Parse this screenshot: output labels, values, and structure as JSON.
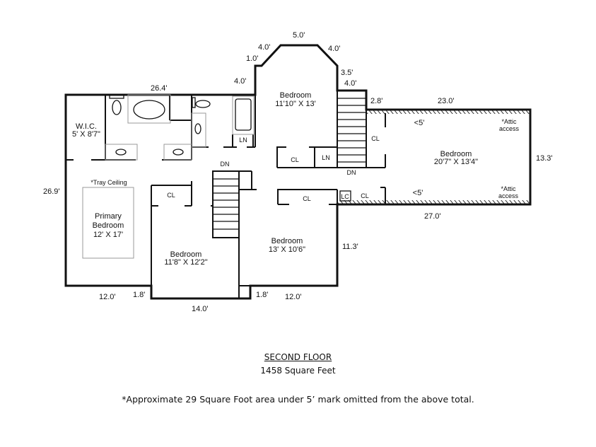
{
  "plan": {
    "dimensions": {
      "top_left": "26.4'",
      "bay_4a": "4.0'",
      "bay_1": "1.0'",
      "bay_4b": "4.0'",
      "bay_5": "5.0'",
      "bay_4c": "4.0'",
      "bay_35": "3.5'",
      "bay_4d": "4.0'",
      "step_28": "2.8'",
      "attic_top": "23.0'",
      "attic_right": "13.3'",
      "attic_bottom": "27.0'",
      "left": "26.9'",
      "right_lower": "11.3'",
      "bottom_left": "12.0'",
      "bottom_18a": "1.8'",
      "bottom_mid": "14.0'",
      "bottom_18b": "1.8'",
      "bottom_right": "12.0'"
    },
    "rooms": {
      "wic_name": "W.I.C.",
      "wic_size": "5' X 8'7\"",
      "tray": "*Tray Ceiling",
      "primary_name1": "Primary",
      "primary_name2": "Bedroom",
      "primary_size": "12' X 17'",
      "bay_name": "Bedroom",
      "bay_size": "11'10\" X 13'",
      "attic_name": "Bedroom",
      "attic_size": "20'7\" X 13'4\"",
      "mid_name": "Bedroom",
      "mid_size": "11'8\" X 12'2\"",
      "right_name": "Bedroom",
      "right_size": "13' X 10'6\""
    },
    "labels": {
      "cl": "CL",
      "ln": "LN",
      "dn": "DN",
      "lc": "LC",
      "lt5": "<5'",
      "attic1": "*Attic",
      "attic2": "access"
    }
  },
  "footer": {
    "title": "SECOND FLOOR",
    "area": "1458 Square Feet",
    "note": "*Approximate 29 Square Foot area under 5’ mark omitted from the above total."
  }
}
